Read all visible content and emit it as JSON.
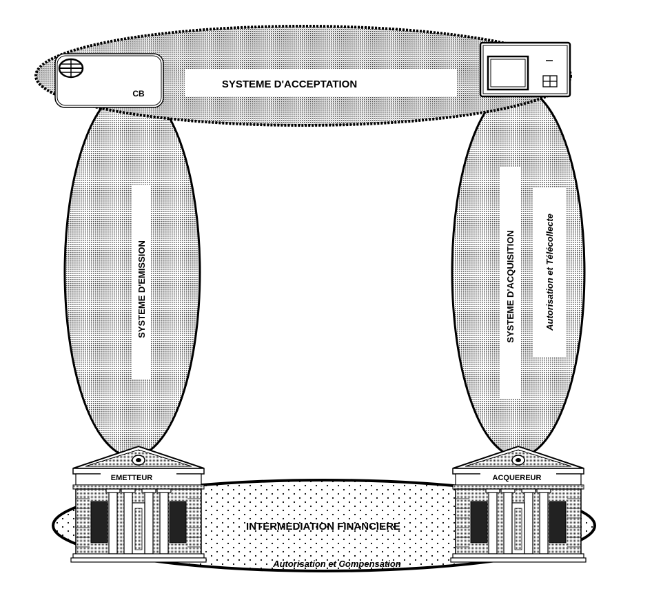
{
  "labels": {
    "acceptance": "SYSTEME D'ACCEPTATION",
    "card_brand": "CB",
    "emission": "SYSTEME D'EMISSION",
    "acquisition": "SYSTEME D'ACQUISITION",
    "acquisition_sub": "Autorisation et Télécollecte",
    "issuer_bank": "EMETTEUR",
    "acquirer_bank": "ACQUEREUR",
    "intermediation": "INTERMEDIATION FINANCIERE",
    "intermediation_sub": "Autorisation et Compensation"
  },
  "icons": {
    "card": "credit-card-icon",
    "terminal": "payment-terminal-icon",
    "bank": "bank-building-icon"
  }
}
